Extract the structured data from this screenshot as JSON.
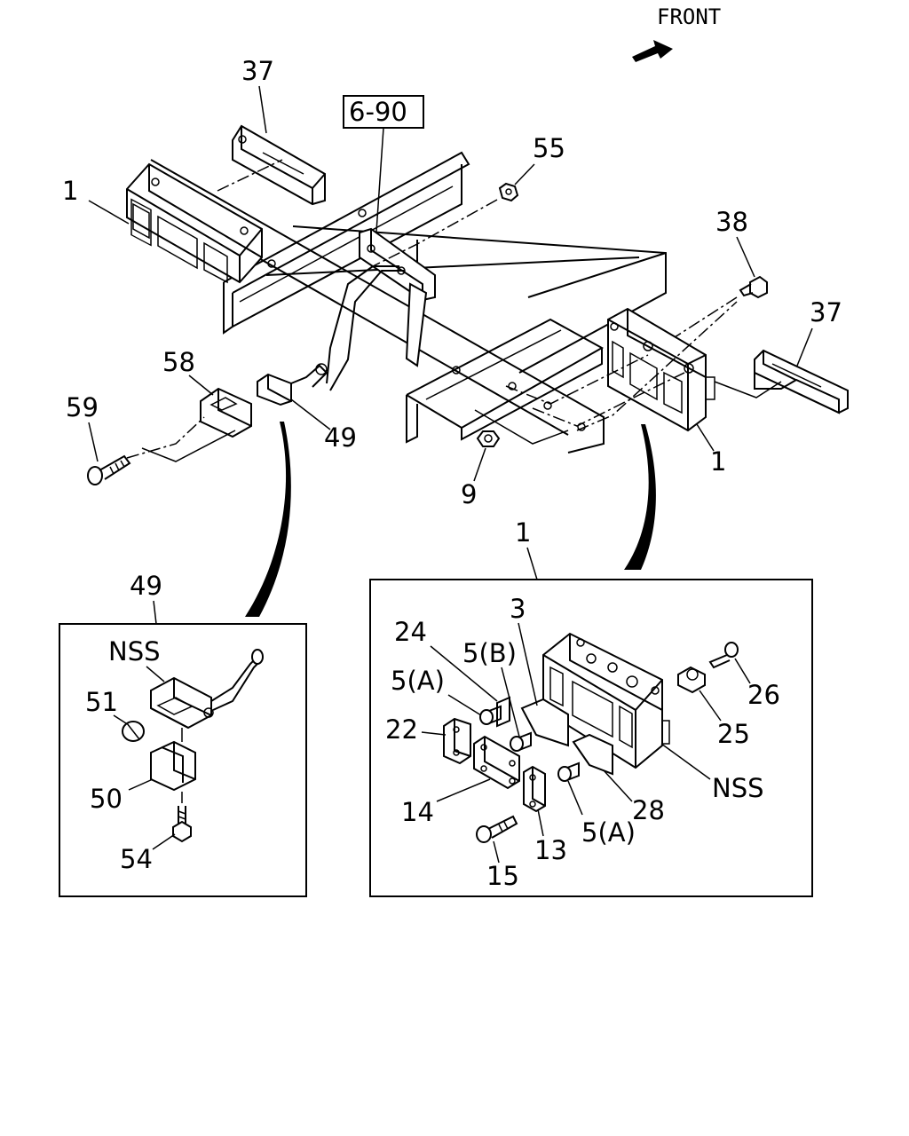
{
  "front_label": "FRONT",
  "ref_box": "6-90",
  "main_labels": {
    "p37_top": "37",
    "p1_left": "1",
    "p55": "55",
    "p38": "38",
    "p37_right": "37",
    "p58": "58",
    "p59": "59",
    "p49": "49",
    "p1_right": "1",
    "p9": "9"
  },
  "inset_49": {
    "title": "49",
    "labels": {
      "nss": "NSS",
      "p51": "51",
      "p50": "50",
      "p54": "54"
    }
  },
  "inset_1": {
    "title": "1",
    "labels": {
      "p3": "3",
      "p24": "24",
      "p5b": "5(B)",
      "p5a_top": "5(A)",
      "p22": "22",
      "p26": "26",
      "p25": "25",
      "nss": "NSS",
      "p14": "14",
      "p28": "28",
      "p5a_bottom": "5(A)",
      "p13": "13",
      "p15": "15"
    }
  }
}
